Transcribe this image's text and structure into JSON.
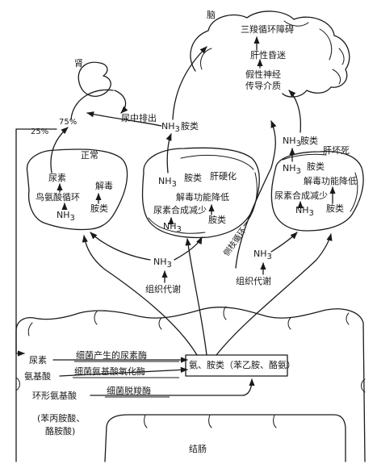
{
  "brain": {
    "title": "脑",
    "line1": "三羧循环障碍",
    "line2": "肝性昏迷",
    "line3": "假性神经",
    "line4": "传导介质"
  },
  "kidney": {
    "title": "肾",
    "pct75": "75%",
    "pct25": "25%",
    "excretion": "尿中排出"
  },
  "center_top": {
    "nh3": "NH",
    "sub": "3",
    "amines": "胺类"
  },
  "normal_liver": {
    "title": "正常",
    "urea": "尿素",
    "cycle": "鸟氨酸循环",
    "detox": "解毒",
    "nh3": "NH",
    "sub": "3",
    "amines": "胺类"
  },
  "cirrhosis": {
    "nh3": "NH",
    "sub": "3",
    "amines": "胺类",
    "title": "肝硬化",
    "detox_low": "解毒功能降低",
    "urea_low": "尿素合成减少",
    "nh3b": "NH",
    "subb": "3",
    "amines2": "胺类",
    "collateral": "侧枝循环"
  },
  "necrosis": {
    "nh3_top": "NH",
    "sub_top": "3",
    "amines_top": "胺类",
    "title": "肝坏死",
    "nh3": "NH",
    "sub": "3",
    "amines": "胺类",
    "detox_low": "解毒功能降低",
    "urea_low": "尿素合成减少",
    "nh3b": "NH",
    "subb": "3",
    "amines2": "胺类"
  },
  "tissue": {
    "nh3_left": "NH",
    "sub_left": "3",
    "metab_left": "组织代谢",
    "nh3_right": "NH",
    "sub_right": "3",
    "metab_right": "组织代谢"
  },
  "intestine": {
    "title": "结肠",
    "urea": "尿素",
    "urease": "细菌产生的尿素酶",
    "aa": "氨基酸",
    "oxidase": "细菌氨基酸氧化酶",
    "products": "氨、胺类（苯乙胺、酪氨）",
    "cyclic_aa": "环形氨基酸",
    "decarb": "细菌脱羧酶",
    "note1": "(苯丙胺酸、",
    "note2": "酪胺酸)"
  }
}
